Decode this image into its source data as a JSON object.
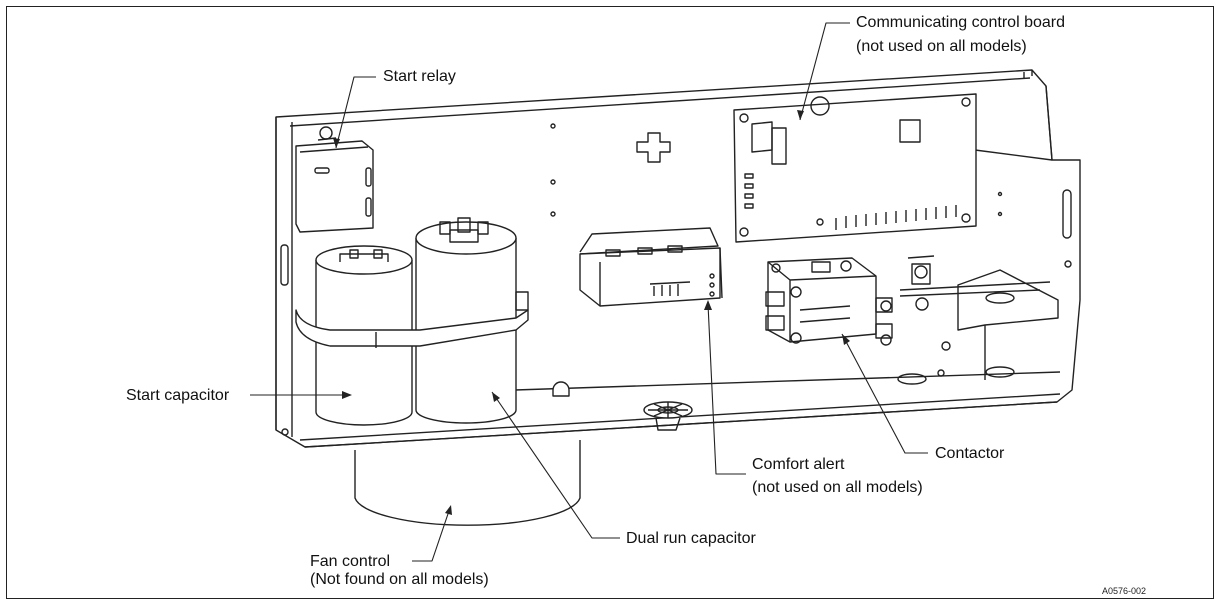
{
  "labels": {
    "start_relay": "Start relay",
    "control_board_line1": "Communicating control board",
    "control_board_line2": "(not used on all models)",
    "start_capacitor": "Start capacitor",
    "contactor": "Contactor",
    "comfort_alert_line1": "Comfort alert",
    "comfort_alert_line2": "(not used on all models)",
    "dual_run_capacitor": "Dual run capacitor",
    "fan_control_line1": "Fan control",
    "fan_control_line2": "(Not found on all models)"
  },
  "figure_code": "A0576-002"
}
